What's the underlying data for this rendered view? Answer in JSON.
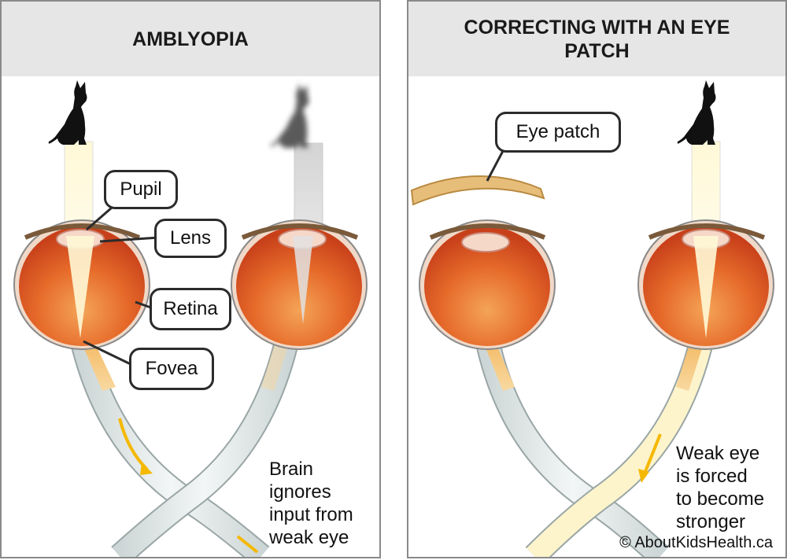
{
  "left_panel": {
    "title": "AMBLYOPIA",
    "labels": {
      "pupil": "Pupil",
      "lens": "Lens",
      "retina": "Retina",
      "fovea": "Fovea"
    },
    "caption_lines": [
      "Brain",
      "ignores",
      "input from",
      "weak eye"
    ]
  },
  "right_panel": {
    "title": "CORRECTING WITH AN EYE PATCH",
    "labels": {
      "eye_patch": "Eye patch"
    },
    "caption_lines": [
      "Weak eye",
      "is forced",
      "to become",
      "stronger"
    ]
  },
  "copyright": "© AboutKidsHealth.ca",
  "colors": {
    "header_bg": "#e6e6e6",
    "eye_orange": "#e2541c",
    "nerve": "#e8eeee",
    "arrow": "#f5b800",
    "patch": "#e7bd7a",
    "cat": "#111111"
  }
}
